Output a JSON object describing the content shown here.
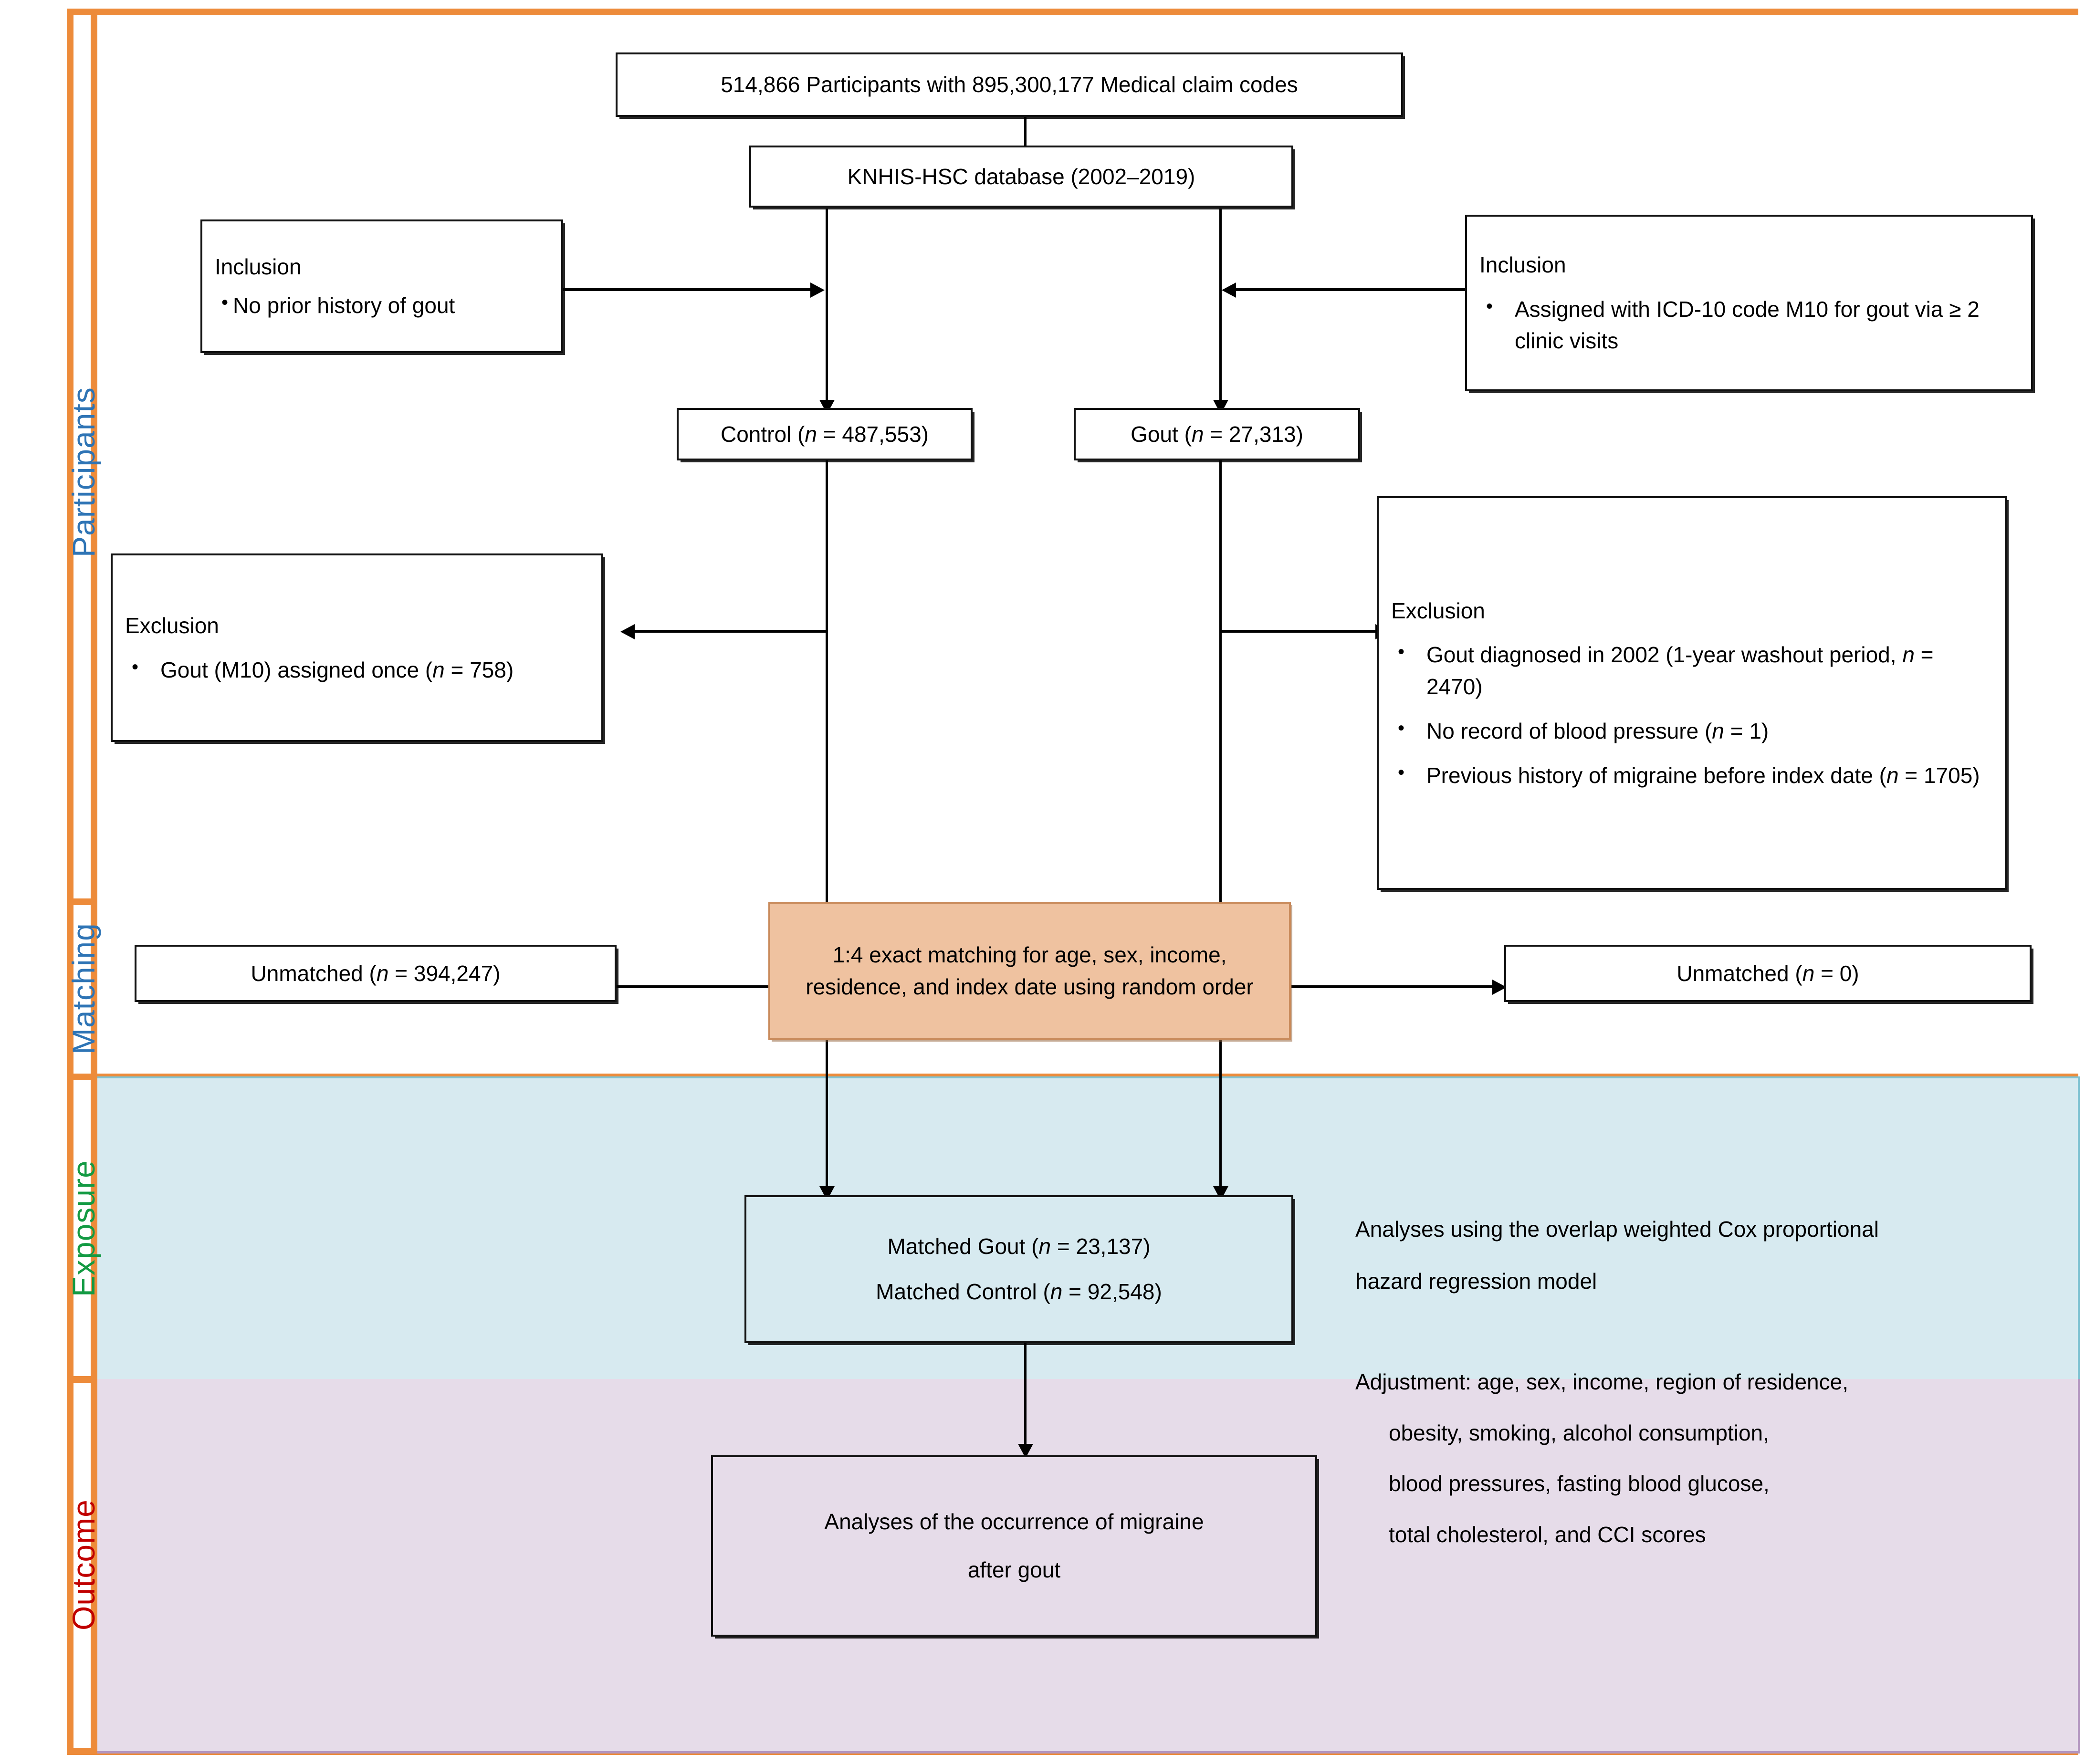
{
  "colors": {
    "frame": "#ED8B3A",
    "participants_label": "#2E74B5",
    "matching_label": "#2E74B5",
    "exposure_label": "#139A43",
    "outcome_label": "#C00000",
    "matching_box": "#EFC2A0",
    "exposure_band": "#D7EAF0",
    "outcome_band": "#E6DCE9"
  },
  "sections": {
    "participants": "Participants",
    "matching": "Matching",
    "exposure": "Exposure",
    "outcome": "Outcome"
  },
  "boxes": {
    "source": "514,866 Participants with 895,300,177 Medical claim codes",
    "database": "KNHIS-HSC database (2002–2019)",
    "inclusion_left": {
      "title": "Inclusion",
      "items": [
        "No prior history of gout"
      ]
    },
    "inclusion_right": {
      "title": "Inclusion",
      "items": [
        "Assigned with ICD-10 code M10 for gout via ≥ 2 clinic visits"
      ]
    },
    "control": "Control (n = 487,553)",
    "gout": "Gout (n = 27,313)",
    "exclusion_left": {
      "title": "Exclusion",
      "items": [
        "Gout (M10) assigned once (n = 758)"
      ]
    },
    "exclusion_right": {
      "title": "Exclusion",
      "items": [
        "Gout diagnosed in 2002 (1-year washout period, n = 2470)",
        "No record of blood pressure (n = 1)",
        "Previous history of migraine before index date (n = 1705)"
      ]
    },
    "matching": "1:4 exact matching for age, sex, income, residence, and index date using random order",
    "unmatched_left": "Unmatched (n = 394,247)",
    "unmatched_right": "Unmatched (n = 0)",
    "matched": {
      "line1": "Matched Gout (n = 23,137)",
      "line2": "Matched Control (n = 92,548)"
    },
    "outcome": {
      "line1": "Analyses of the occurrence of migraine",
      "line2": "after gout"
    }
  },
  "notes": {
    "exposure_note": {
      "line1": "Analyses using the overlap weighted Cox proportional",
      "line2": "hazard regression model"
    },
    "adjustment_note": {
      "line1": "Adjustment:  age, sex, income, region of residence,",
      "line2": "obesity, smoking, alcohol consumption,",
      "line3": "blood pressures, fasting blood glucose,",
      "line4": "total cholesterol, and CCI scores"
    }
  }
}
